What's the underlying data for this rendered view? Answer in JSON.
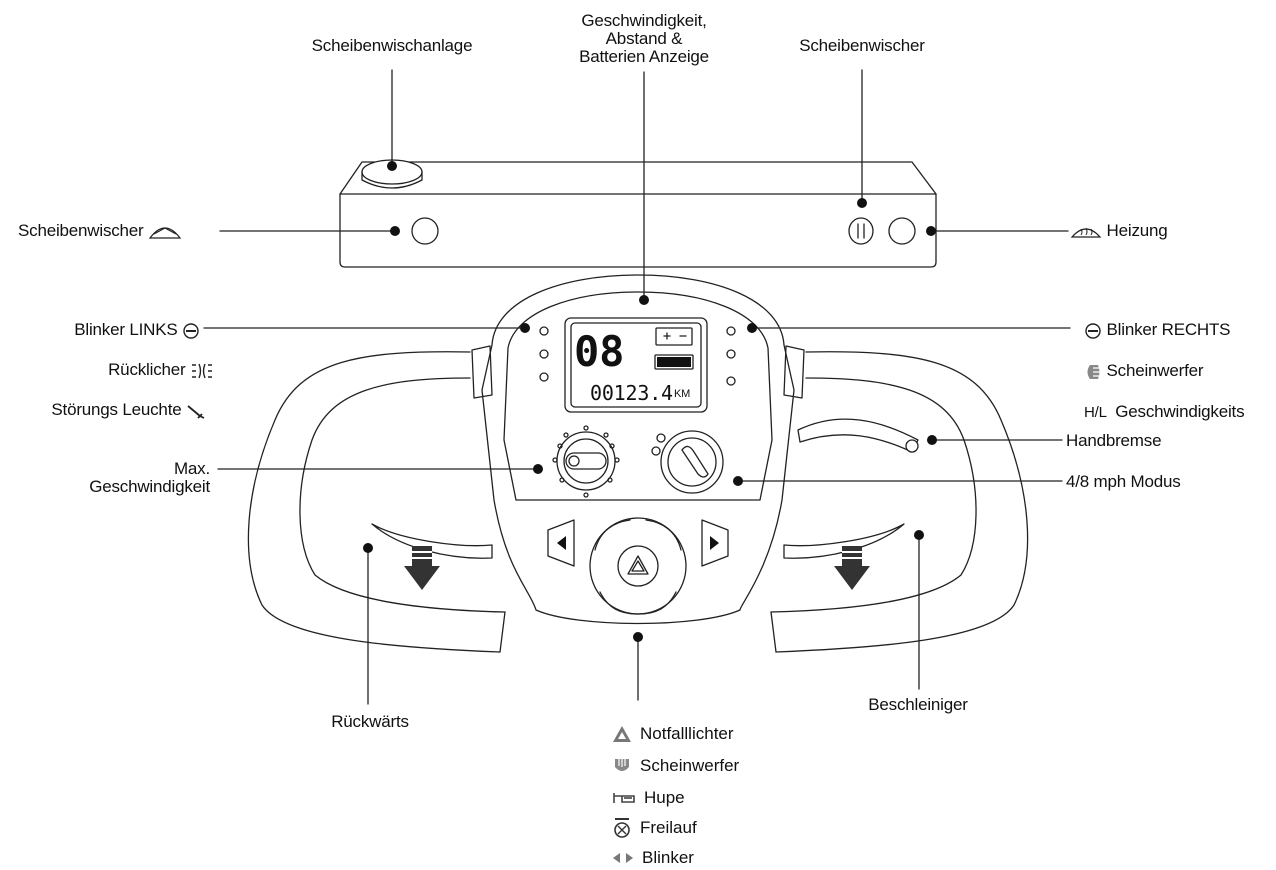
{
  "callouts": {
    "washer": "Scheibenwischanlage",
    "display_line1": "Geschwindigkeit,",
    "display_line2": "Abstand &",
    "display_line3": "Batterien Anzeige",
    "wiper_top": "Scheibenwischer",
    "wiper_left": "Scheibenwischer",
    "heater": "Heizung",
    "blinker_left": "Blinker LINKS",
    "rear_lights": "Rücklicher",
    "fault_light": "Störungs Leuchte",
    "max_speed_line1": "Max.",
    "max_speed_line2": "Geschwindigkeit",
    "blinker_right": "Blinker RECHTS",
    "headlight": "Scheinwerfer",
    "speed_mode_prefix": "H/L",
    "speed_mode": "Geschwindigkeits",
    "handbrake": "Handbremse",
    "mph_mode": "4/8 mph Modus",
    "reverse": "Rückwärts",
    "throttle": "Beschleiniger"
  },
  "display": {
    "speed": "08",
    "odometer": "00123.4",
    "unit": "KM"
  },
  "legend": [
    {
      "icon": "hazard-triangle-icon",
      "label": "Notfalllichter"
    },
    {
      "icon": "headlight-icon",
      "label": "Scheinwerfer"
    },
    {
      "icon": "horn-icon",
      "label": "Hupe"
    },
    {
      "icon": "freewheel-icon",
      "label": "Freilauf"
    },
    {
      "icon": "turn-arrows-icon",
      "label": "Blinker"
    }
  ]
}
